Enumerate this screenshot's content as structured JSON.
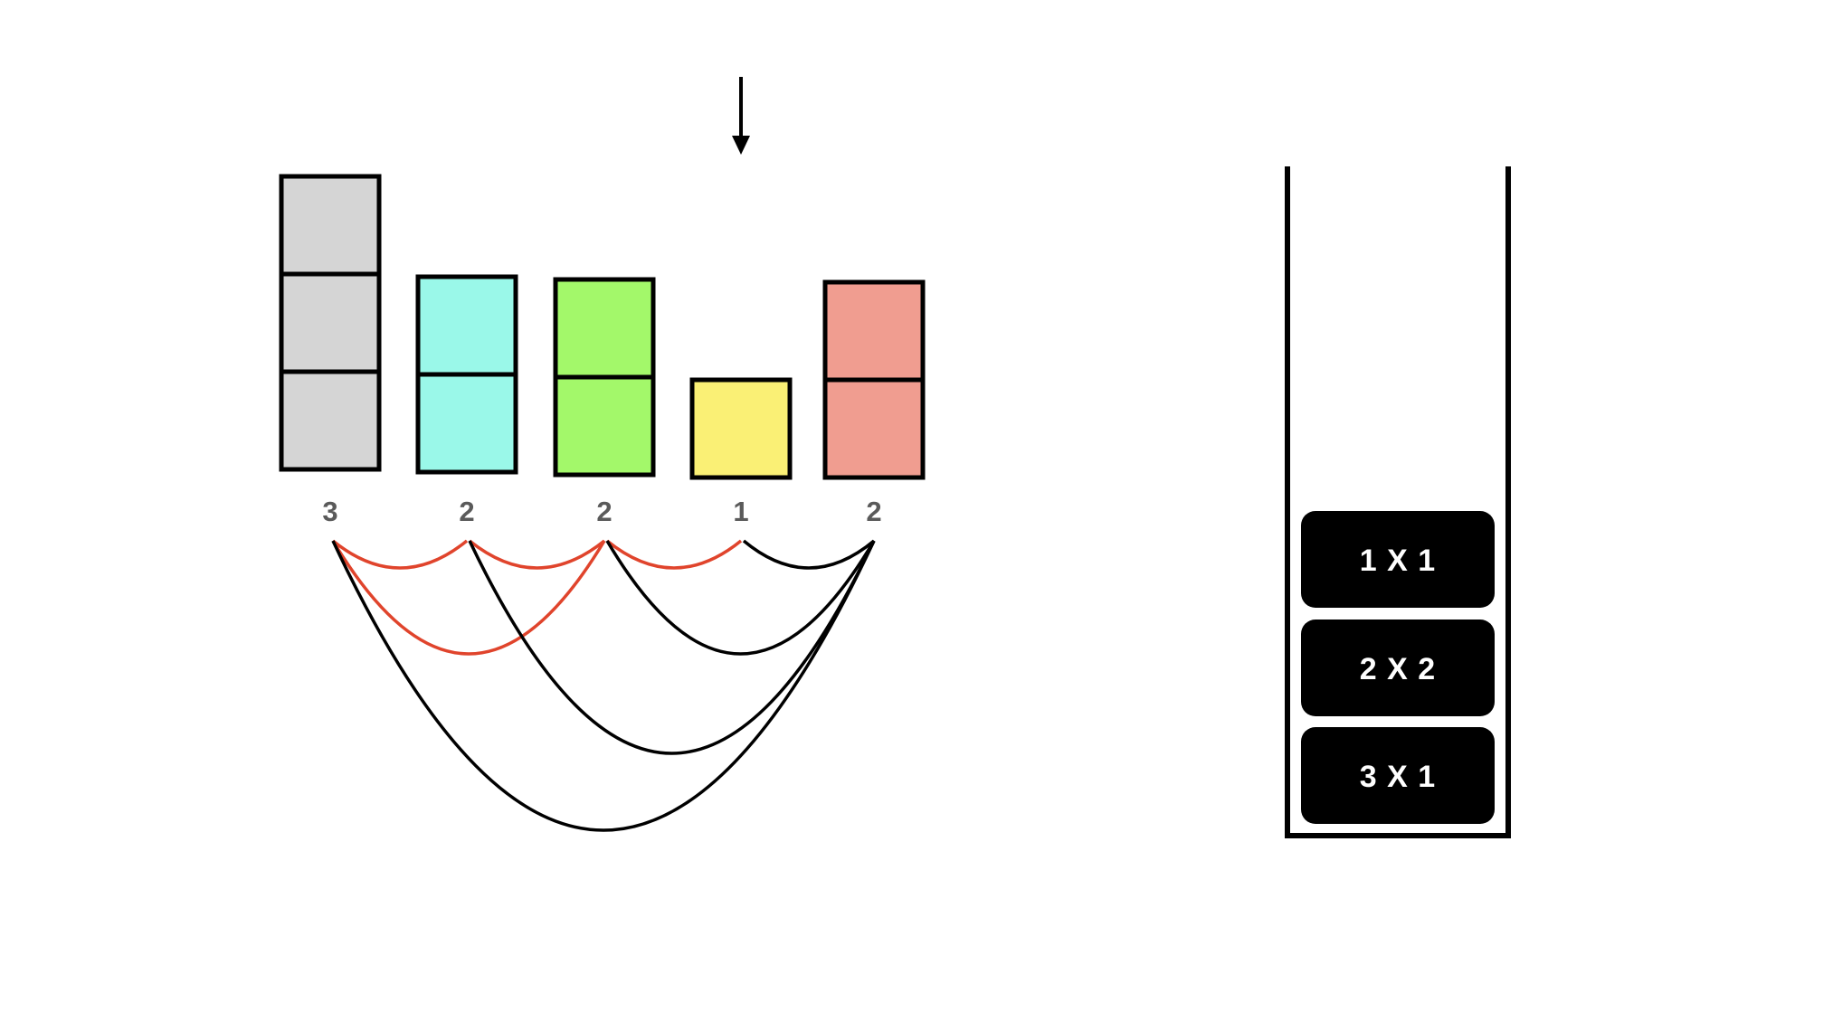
{
  "bars": [
    {
      "height": 3,
      "label": "3",
      "color": "#d5d5d5"
    },
    {
      "height": 2,
      "label": "2",
      "color": "#9af8e9"
    },
    {
      "height": 2,
      "label": "2",
      "color": "#a3f86a"
    },
    {
      "height": 1,
      "label": "1",
      "color": "#faf075"
    },
    {
      "height": 2,
      "label": "2",
      "color": "#f09d90"
    }
  ],
  "arcs": [
    {
      "from": 0,
      "to": 1,
      "color": "red"
    },
    {
      "from": 1,
      "to": 2,
      "color": "red"
    },
    {
      "from": 2,
      "to": 3,
      "color": "red"
    },
    {
      "from": 0,
      "to": 2,
      "color": "red"
    },
    {
      "from": 3,
      "to": 4,
      "color": "black"
    },
    {
      "from": 2,
      "to": 4,
      "color": "black"
    },
    {
      "from": 1,
      "to": 4,
      "color": "black"
    },
    {
      "from": 0,
      "to": 4,
      "color": "black"
    }
  ],
  "pointer_index": 3,
  "stack": {
    "items_top_to_bottom": [
      "1 X 1",
      "2 X 2",
      "3 X 1"
    ]
  },
  "colors": {
    "outline": "#000000",
    "arc_red": "#e0442c",
    "arc_black": "#000000",
    "stack_item": "#000000",
    "label_gray": "#5a5a5a"
  }
}
